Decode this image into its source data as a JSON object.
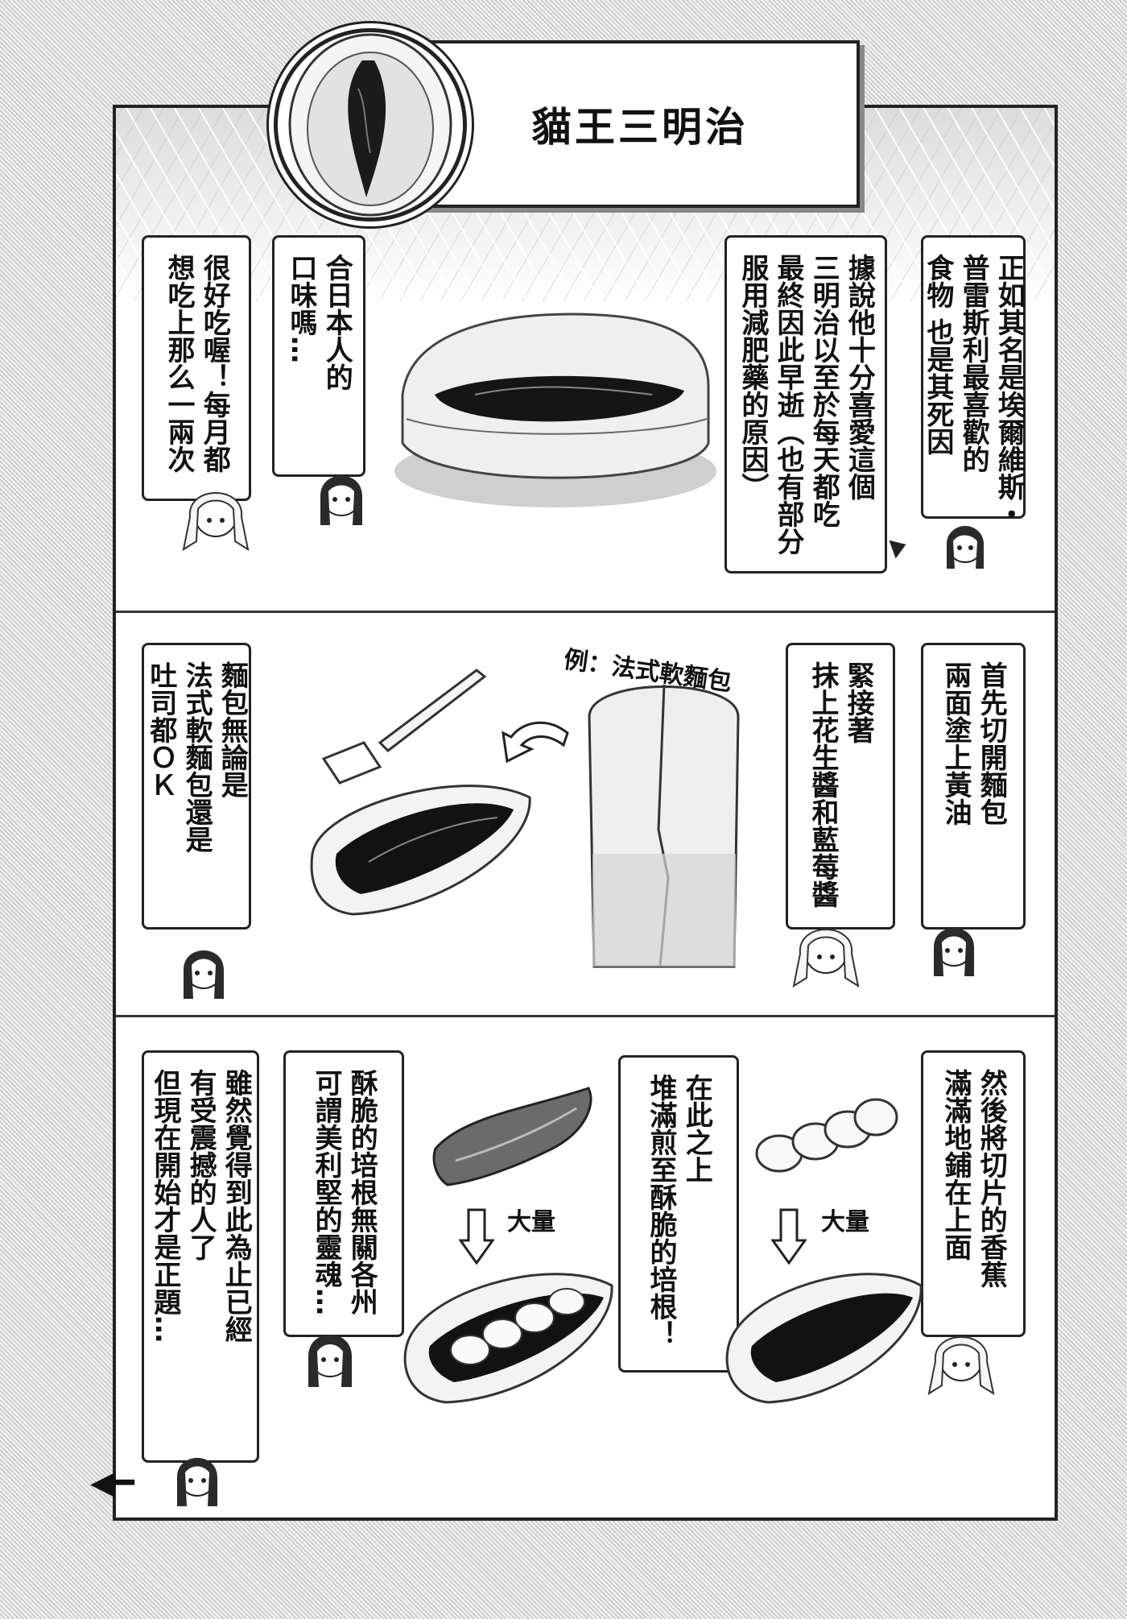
{
  "title": "貓王三明治",
  "panel1": {
    "bubble_elvis": "正如其名是埃爾維斯・\n普雷斯利最喜歡的\n食物 也是其死因",
    "bubble_story": "據說他十分喜愛這個\n三明治以至於每天都吃\n最終因此早逝（也有部分\n服用減肥藥的原因）",
    "bubble_question": "合日本人的\n口味嗎…",
    "bubble_answer": "很好吃喔！每月都\n想吃上那么一兩次"
  },
  "panel2": {
    "bubble_step1": "首先切開麵包\n兩面塗上黃油",
    "bubble_step2": "緊接著\n抹上花生醬和藍莓醬",
    "bubble_note": "麵包無論是\n法式軟麵包還是\n吐司都ＯＫ",
    "example_label": "例：法式軟麵包"
  },
  "panel3": {
    "bubble_banana": "然後將切片的香蕉\n滿滿地鋪在上面",
    "bubble_bacon": "在此之上\n堆滿煎至酥脆的培根！",
    "bubble_america": "酥脆的培根無關各州\n可謂美利堅的靈魂…",
    "bubble_main": "雖然覺得到此為止已經\n有受震撼的人了\n但現在開始才是正題…",
    "label_banana_amount": "大量",
    "label_bacon_amount": "大量"
  },
  "nav": {
    "next_arrow": "◀━"
  }
}
